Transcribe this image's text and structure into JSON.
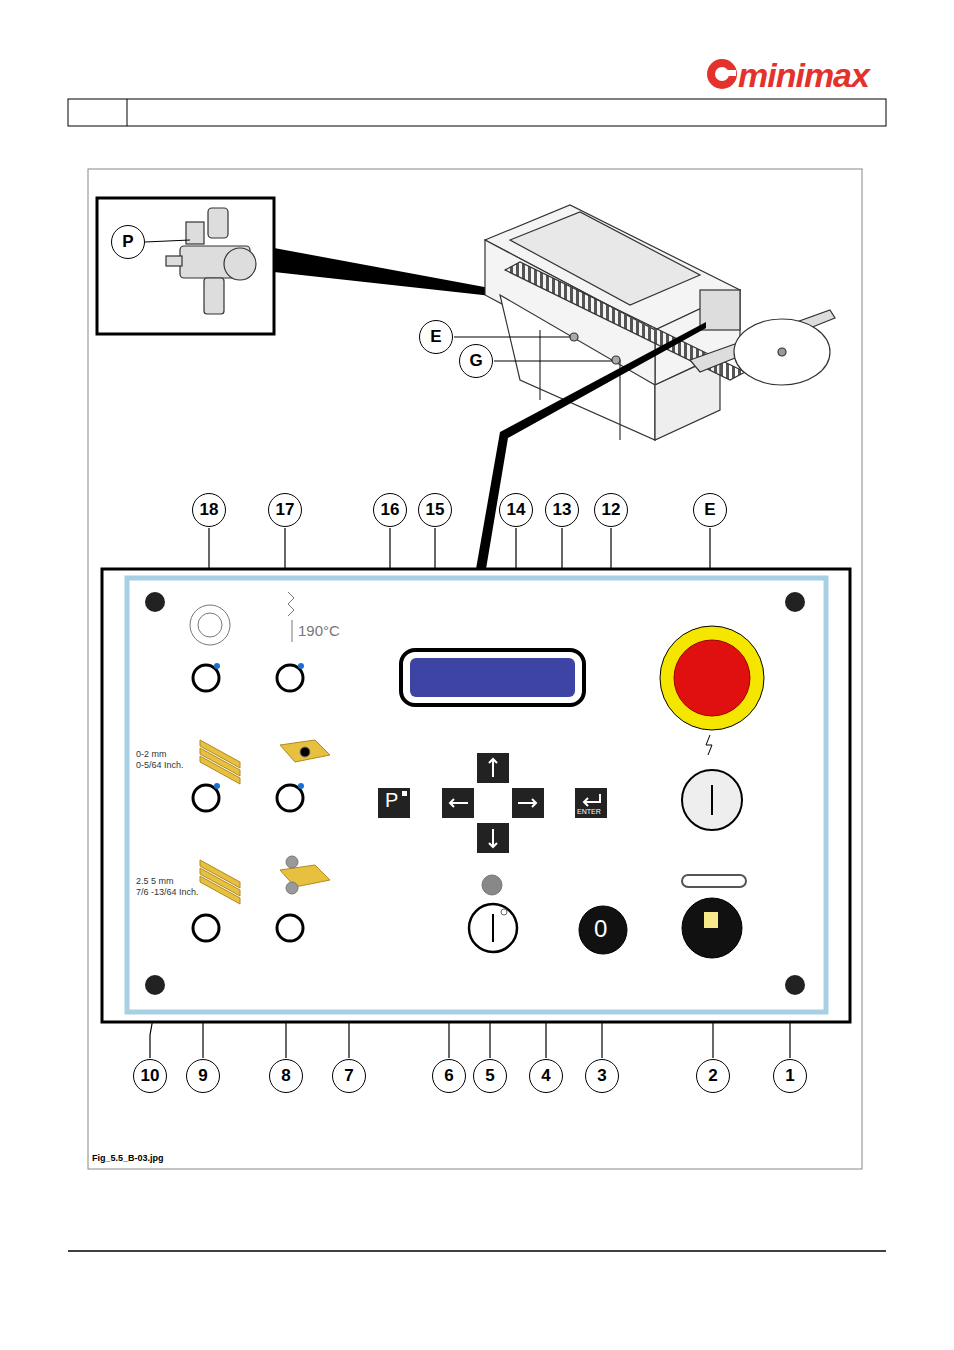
{
  "diagram": {
    "caption": "Fig_5.5_B-03.jpg",
    "nodes": [
      {
        "text": [
          "P"
        ]
      },
      {
        "text": [
          "E"
        ]
      },
      {
        "text": [
          "G"
        ]
      },
      {
        "text": [
          "18"
        ]
      },
      {
        "text": [
          "17"
        ]
      },
      {
        "text": [
          "16"
        ]
      },
      {
        "text": [
          "15"
        ]
      },
      {
        "text": [
          "14"
        ]
      },
      {
        "text": [
          "13"
        ]
      },
      {
        "text": [
          "12"
        ]
      },
      {
        "text": [
          "E"
        ]
      },
      {
        "text": [
          "10"
        ]
      },
      {
        "text": [
          "9"
        ]
      },
      {
        "text": [
          "8"
        ]
      },
      {
        "text": [
          "7"
        ]
      },
      {
        "text": [
          "6"
        ]
      },
      {
        "text": [
          "5"
        ]
      },
      {
        "text": [
          "4"
        ]
      },
      {
        "text": [
          "3"
        ]
      },
      {
        "text": [
          "2"
        ]
      },
      {
        "text": [
          "1"
        ]
      }
    ],
    "labels": [
      "minimax",
      "190°C",
      "0-2 mm",
      "0-5/64 Inch.",
      "P",
      "ENTER",
      "2.5 5 mm",
      "7/6 -13/64 Inch.",
      "0"
    ]
  }
}
